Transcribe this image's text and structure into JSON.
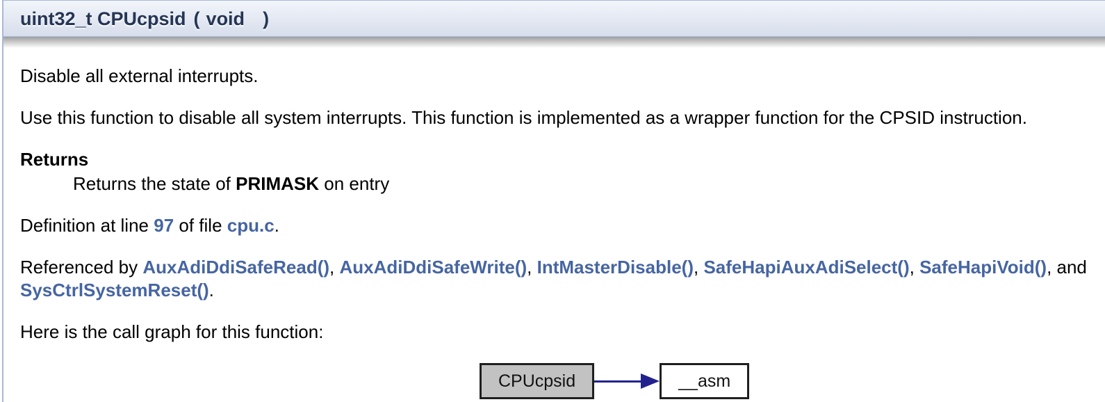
{
  "function_doc": {
    "signature": {
      "return_and_name": "uint32_t CPUcpsid",
      "open_paren": "(",
      "param_type": "void",
      "close_paren": ")"
    },
    "brief": "Disable all external interrupts.",
    "description": "Use this function to disable all system interrupts. This function is implemented as a wrapper function for the CPSID instruction.",
    "returns": {
      "heading": "Returns",
      "parts": [
        {
          "text": "Returns the state of "
        },
        {
          "text": "PRIMASK",
          "bold": true
        },
        {
          "text": " on entry"
        }
      ]
    },
    "definition": {
      "parts": [
        {
          "text": "Definition at line "
        },
        {
          "text": "97",
          "link": true,
          "name": "definition-line-link"
        },
        {
          "text": " of file "
        },
        {
          "text": "cpu.c",
          "link": true,
          "name": "definition-file-link"
        },
        {
          "text": "."
        }
      ]
    },
    "referenced_by": {
      "parts": [
        {
          "text": "Referenced by "
        },
        {
          "text": "AuxAdiDdiSafeRead()",
          "link": true,
          "name": "ref-link-auxadiddisaferead"
        },
        {
          "text": ", "
        },
        {
          "text": "AuxAdiDdiSafeWrite()",
          "link": true,
          "name": "ref-link-auxadiddisafewrite"
        },
        {
          "text": ", "
        },
        {
          "text": "IntMasterDisable()",
          "link": true,
          "name": "ref-link-intmasterdisable"
        },
        {
          "text": ", "
        },
        {
          "text": "SafeHapiAuxAdiSelect()",
          "link": true,
          "name": "ref-link-safehapiauxadiselect"
        },
        {
          "text": ", "
        },
        {
          "text": "SafeHapiVoid()",
          "link": true,
          "name": "ref-link-safehapivoid"
        },
        {
          "text": ", and "
        },
        {
          "text": "SysCtrlSystemReset()",
          "link": true,
          "name": "ref-link-sysctrlsystemreset"
        },
        {
          "text": "."
        }
      ]
    },
    "callgraph": {
      "caption": "Here is the call graph for this function:",
      "from": {
        "label": "CPUcpsid",
        "fill": "#C2C2C2"
      },
      "to": {
        "label": "__asm",
        "fill": "#FFFFFF"
      },
      "edge_color": "#22228E"
    }
  },
  "colors": {
    "header_text": "#253555",
    "border": "#A8B8D9",
    "link": "#4665A2",
    "node_border": "#1F1F1F"
  }
}
